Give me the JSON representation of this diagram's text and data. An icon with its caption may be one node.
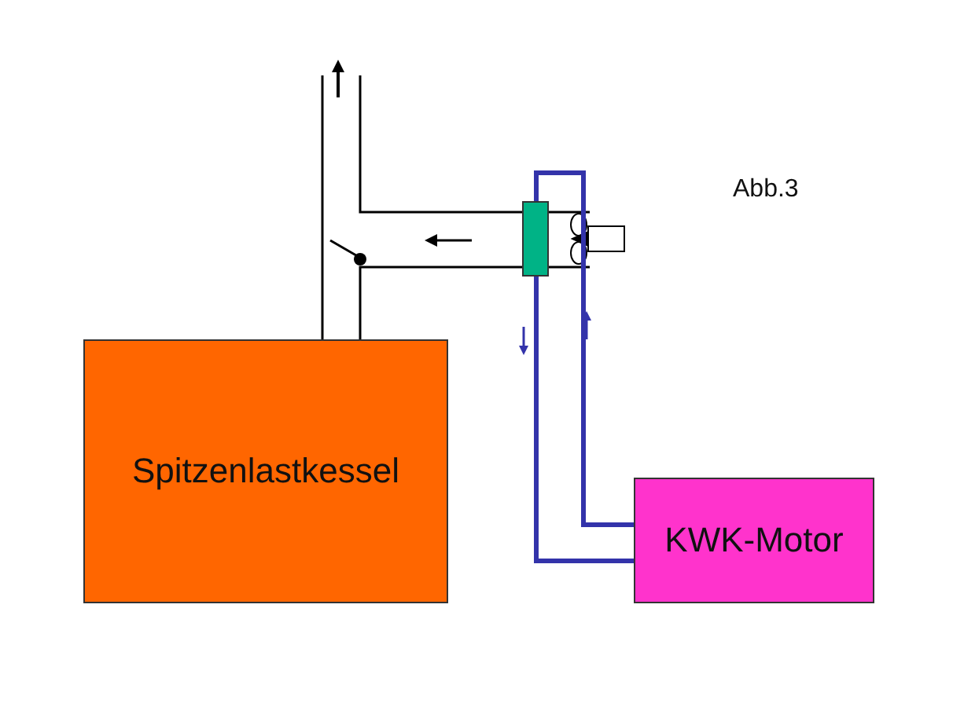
{
  "diagram": {
    "nodes": [
      {
        "text": [
          "Spitzenlastkessel"
        ]
      },
      {
        "text": [
          "KWK-Motor"
        ]
      },
      {
        "text": [],
        "shape": "box"
      }
    ],
    "edges": [
      {
        "from": 1,
        "to": 2,
        "arrow": "none",
        "color": "#3333aa"
      },
      {
        "from": 2,
        "to": 1,
        "arrow": "none",
        "color": "#3333aa"
      }
    ],
    "labels": [
      "Abb.3"
    ]
  }
}
